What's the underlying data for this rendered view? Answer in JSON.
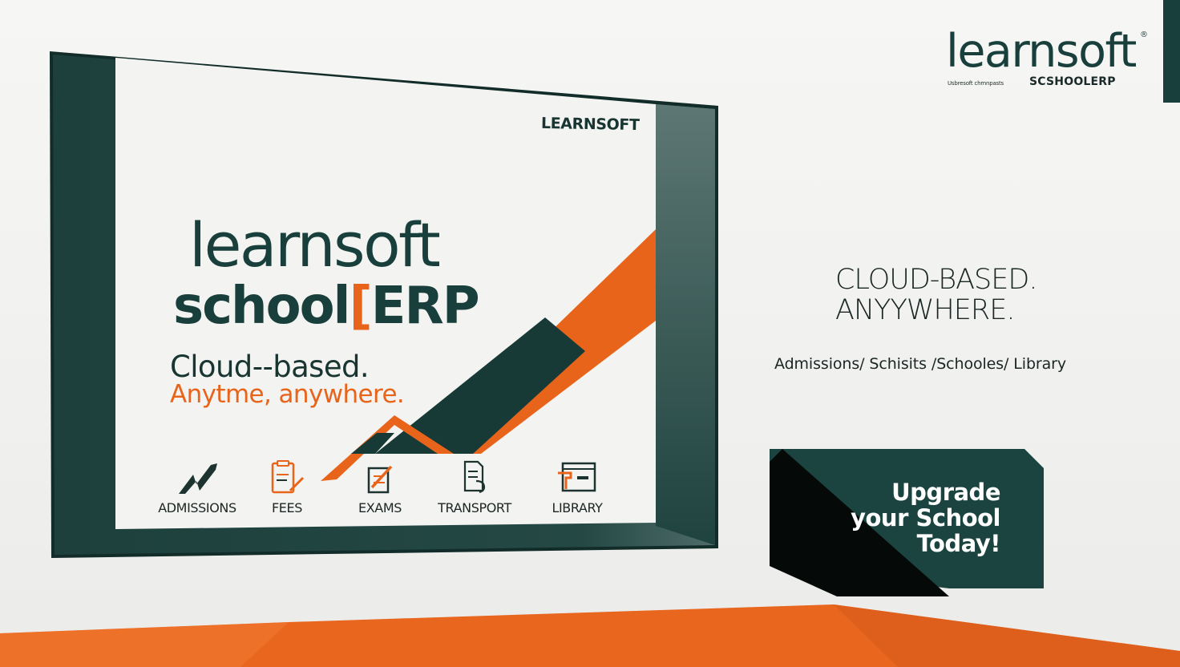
{
  "brand": {
    "logo_word": "learnsoft",
    "registered_mark": "®",
    "tagline_small": "Usbresoft chmnpasts",
    "sub_label": "SCSHOOLERP"
  },
  "screen": {
    "small_logo": "LEARNSOFT",
    "title_line_1": "learnsoft",
    "title_line_2_prefix": "school",
    "title_line_2_bracket": "[",
    "title_line_2_suffix": "ERP",
    "tagline_1": "Cloud--based.",
    "tagline_2": "Anytme, anywhere.",
    "modules": [
      {
        "label": "ADMISSIONS",
        "icon": "lightning-arrow-icon"
      },
      {
        "label": "FEES",
        "icon": "clipboard-pen-icon"
      },
      {
        "label": "EXAMS",
        "icon": "exam-sheet-icon"
      },
      {
        "label": "TRANSPORT",
        "icon": "document-bus-icon"
      },
      {
        "label": "LIBRARY",
        "icon": "library-window-icon"
      }
    ]
  },
  "headline": {
    "line_1": "CLOUD-BASED.",
    "line_2": "ANYYWHERE."
  },
  "modules_line": "Admissions/  Schisits /Schooles/  Library",
  "cta": {
    "line_1": "Upgrade",
    "line_2": "your School",
    "line_3": "Today!"
  },
  "colors": {
    "brand_green": "#183f3b",
    "accent_orange": "#e8641b",
    "background": "#f1f1ef"
  }
}
